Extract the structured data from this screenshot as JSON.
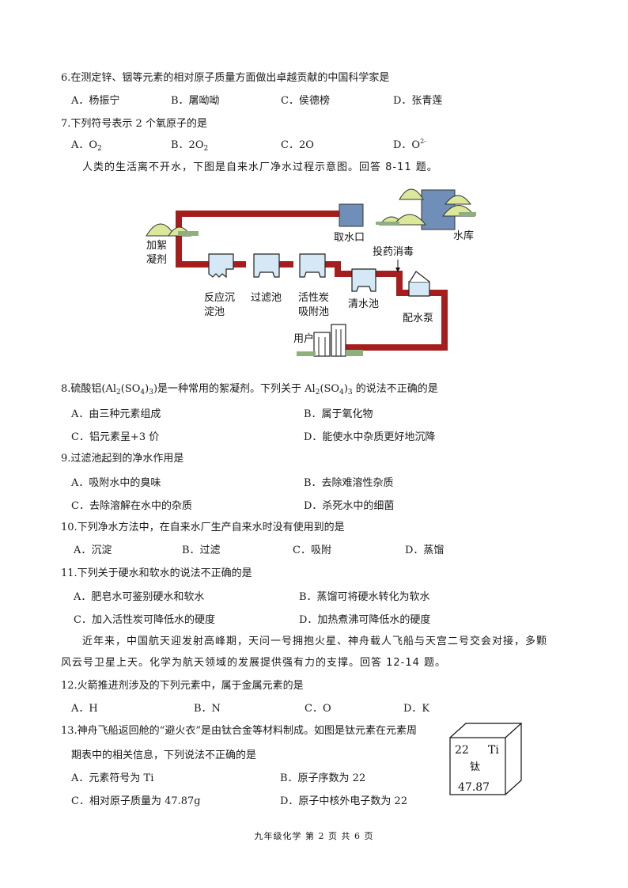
{
  "questions": {
    "q6": {
      "stem": "6.在测定锌、铟等元素的相对原子质量方面做出卓越贡献的中国科学家是",
      "options": [
        "A．杨振宁",
        "B．屠呦呦",
        "C．侯德榜",
        "D．张青莲"
      ]
    },
    "q7": {
      "stem": "7.下列符号表示 2 个氧原子的是",
      "options": [
        {
          "prefix": "A．O",
          "sub": "2",
          "sup": ""
        },
        {
          "prefix": "B．2O",
          "sub": "2",
          "sup": ""
        },
        {
          "prefix": "C．2O",
          "sub": "",
          "sup": ""
        },
        {
          "prefix": "D．O",
          "sub": "",
          "sup": "2-"
        }
      ]
    },
    "intro_8_11": "人类的生活离不开水，下图是自来水厂净水过程示意图。回答 8-11 题。",
    "diagram": {
      "labels": {
        "coagulant_line1": "加絮",
        "coagulant_line2": "凝剂",
        "intake": "取水口",
        "reservoir": "水库",
        "disinfect": "投药消毒",
        "settle_line1": "反应沉",
        "settle_line2": "淀池",
        "filter": "过滤池",
        "carbon_line1": "活性炭",
        "carbon_line2": "吸附池",
        "clear": "清水池",
        "pump": "配水泵",
        "user": "用户"
      },
      "colors": {
        "pipe": "#a51d1d",
        "tank_water": "#d5e8f5",
        "intake_box": "#6f8fb8",
        "reservoir": "#6f8fb8",
        "hill": "#dbe89a",
        "shrub": "#8fb07a"
      }
    },
    "q8": {
      "stem_a": "8.硫酸铝(Al",
      "stem_b": "(SO",
      "stem_c": ")",
      "stem_d": ")是一种常用的絮凝剂。下列关于 Al",
      "stem_e": "(SO",
      "stem_f": ")",
      "stem_g": " 的说法不正确的是",
      "sub2": "2",
      "sub4": "4",
      "sub3": "3",
      "options": [
        "A．由三种元素组成",
        "B．属于氧化物",
        "C．铝元素呈+3  价",
        "D．能使水中杂质更好地沉降"
      ]
    },
    "q9": {
      "stem": "9.过滤池起到的净水作用是",
      "options": [
        "A．吸附水中的臭味",
        "B．去除难溶性杂质",
        "C．去除溶解在水中的杂质",
        "D．杀死水中的细菌"
      ]
    },
    "q10": {
      "stem": "10.下列净水方法中，在自来水厂生产自来水时没有使用到的是",
      "options": [
        "A．沉淀",
        "B．过滤",
        "C．吸附",
        "D．蒸馏"
      ]
    },
    "q11": {
      "stem": "11.下列关于硬水和软水的说法不正确的是",
      "options": [
        "A．肥皂水可鉴别硬水和软水",
        "B．蒸馏可将硬水转化为软水",
        "C．加入活性炭可降低水的硬度",
        "D．加热煮沸可降低水的硬度"
      ]
    },
    "intro_12_14_line1": "近年来，中国航天迎发射高峰期，天问一号拥抱火星、神舟载人飞船与天宫二号交会对接，多颗",
    "intro_12_14_line2": "风云号卫星上天。化学为航天领域的发展提供强有力的支撑。回答 12-14 题。",
    "q12": {
      "stem": "12.火箭推进剂涉及的下列元素中，属于金属元素的是",
      "options": [
        "A．H",
        "B．N",
        "C．O",
        "D．K"
      ]
    },
    "q13": {
      "stem_line1": "13.神舟飞船返回舱的“避火衣”是由钛合金等材料制成。如图是钛元素在元素周",
      "stem_line2": "期表中的相关信息，下列说法不正确的是",
      "options": [
        "A．元素符号为 Ti",
        "B．原子序数为 22",
        "C．相对原子质量为 47.87g",
        "D．原子中核外电子数为 22"
      ],
      "element": {
        "number": "22",
        "symbol": "Ti",
        "name": "钛",
        "mass": "47.87"
      }
    }
  },
  "footer": "九年级化学   第 2 页   共 6 页"
}
